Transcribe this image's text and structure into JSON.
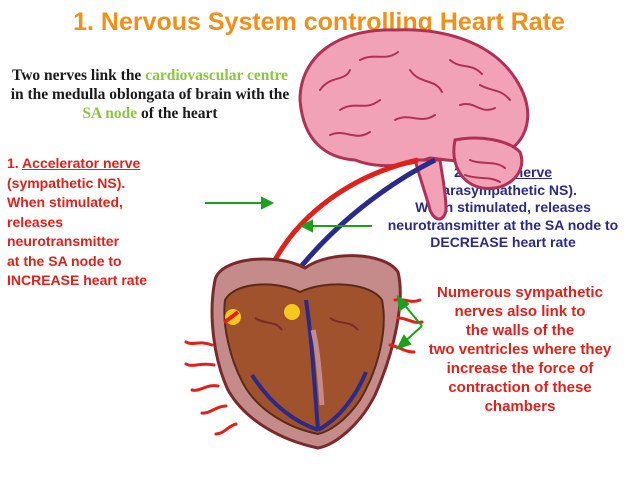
{
  "title": "1. Nervous System controlling Heart Rate",
  "intro": {
    "t1": "Two nerves link the ",
    "cardio": "cardiovascular centre",
    "t2": " in the medulla oblongata of brain with the ",
    "sa": "SA node",
    "t3": " of the heart"
  },
  "accelerator": {
    "number": "1. ",
    "name": "Accelerator nerve ",
    "lines": [
      "(sympathetic NS).",
      "When stimulated,",
      "releases",
      "neurotransmitter",
      "at the SA node to",
      "INCREASE heart rate"
    ]
  },
  "vagus": {
    "number": "2. ",
    "name": "Vagus nerve",
    "lines": [
      "(parasympathetic NS).",
      "When stimulated, releases",
      "neurotransmitter at the SA node to",
      "DECREASE heart rate"
    ]
  },
  "sympathetic_note": [
    "Numerous sympathetic",
    "nerves also link to",
    "the walls of the",
    "two ventricles where they",
    "increase the force of",
    "contraction of these",
    "chambers"
  ],
  "colors": {
    "title": "#f0901a",
    "highlight": "#8cc63f",
    "accelerator": "#e0201b",
    "vagus": "#2a2a88",
    "arrow": "#1aa01a",
    "brain": "#f2a2b6",
    "heart_outer": "#c58b8b",
    "heart_muscle": "#a0522d",
    "sa_node": "#f7c81d"
  }
}
